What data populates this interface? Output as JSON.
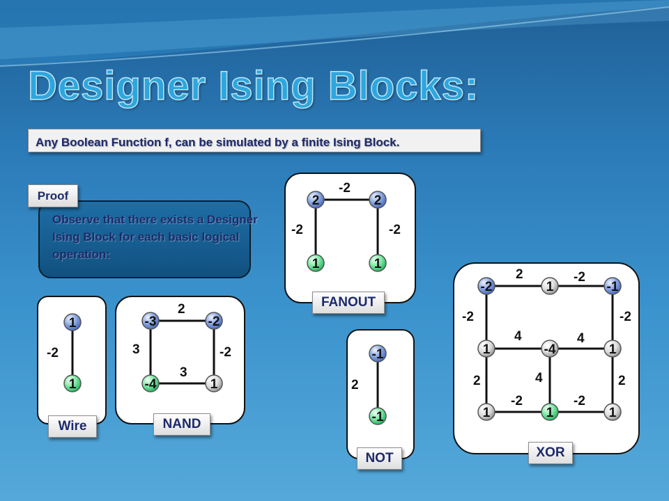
{
  "title": "Designer Ising Blocks:",
  "statement": "Any Boolean Function f, can be simulated by a finite Ising Block.",
  "proof": {
    "tab": "Proof",
    "text": "Observe that there exists a Designer Ising Block for each basic logical operation:"
  },
  "blocks": {
    "wire": {
      "label": "Wire",
      "nodes": [
        "1",
        "1"
      ],
      "weights": [
        "-2"
      ]
    },
    "nand": {
      "label": "NAND",
      "nodes": [
        "-3",
        "-2",
        "-4",
        "1"
      ],
      "weights": [
        "2",
        "3",
        "-2",
        "3"
      ]
    },
    "fanout": {
      "label": "FANOUT",
      "nodes": [
        "2",
        "2",
        "1",
        "1"
      ],
      "weights": [
        "-2",
        "-2",
        "-2"
      ]
    },
    "not": {
      "label": "NOT",
      "nodes": [
        "-1",
        "-1"
      ],
      "weights": [
        "2"
      ]
    },
    "xor": {
      "label": "XOR",
      "nodes": [
        "-2",
        "1",
        "-1",
        "1",
        "-4",
        "1",
        "1",
        "1",
        "1"
      ],
      "weights": [
        "2",
        "-2",
        "-2",
        "-2",
        "4",
        "4",
        "2",
        "4",
        "2",
        "-2",
        "-2"
      ]
    }
  },
  "colors": {
    "node_blue": "#7f9edb",
    "node_green": "#6fe59a"
  }
}
